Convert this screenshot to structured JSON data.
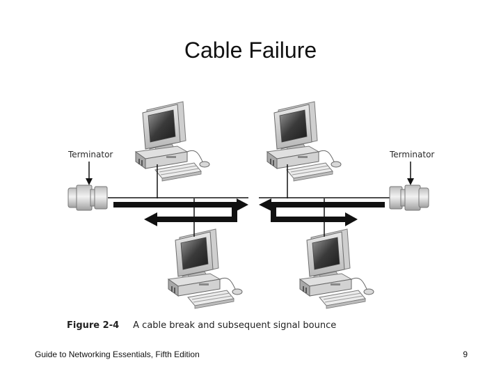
{
  "slide": {
    "title": "Cable Failure",
    "footer_left": "Guide to Networking Essentials, Fifth Edition",
    "page_number": "9"
  },
  "figure": {
    "label": "Figure 2-4",
    "caption": "A cable break and subsequent signal bounce",
    "terminator_left": "Terminator",
    "terminator_right": "Terminator"
  }
}
